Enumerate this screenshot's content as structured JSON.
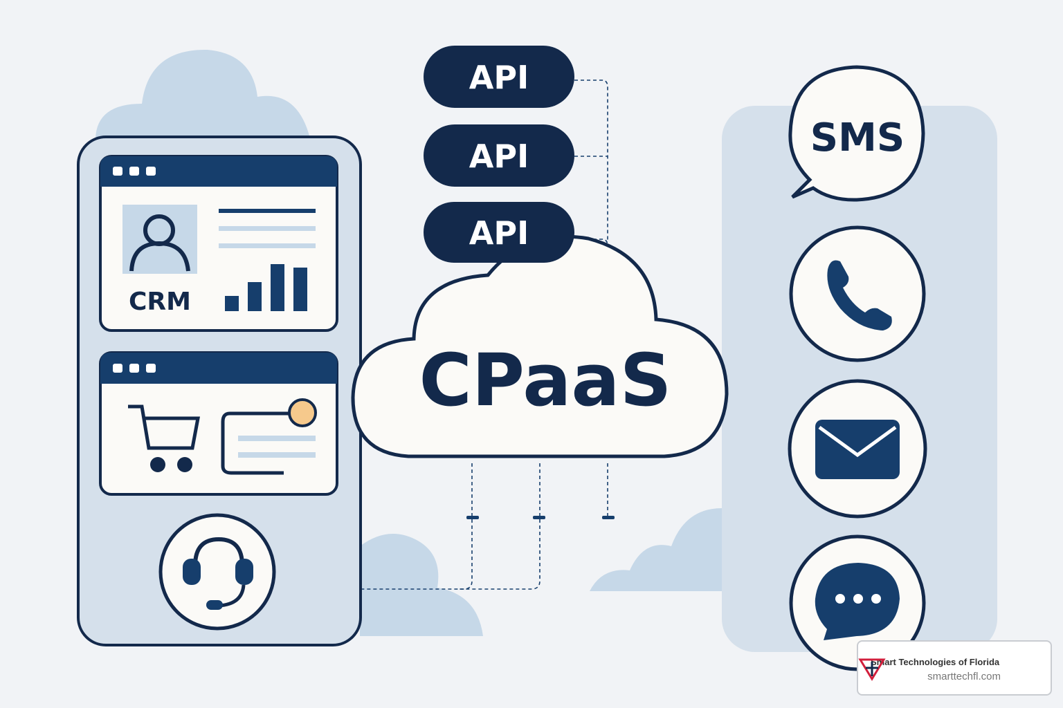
{
  "center": {
    "label": "CPaaS"
  },
  "apis": [
    {
      "label": "API"
    },
    {
      "label": "API"
    },
    {
      "label": "API"
    }
  ],
  "left_device": {
    "crm_window": {
      "label": "CRM"
    },
    "commerce_window": {},
    "support_icon": "headset-icon"
  },
  "channels": [
    {
      "label": "SMS",
      "icon": "speech-bubble-icon"
    },
    {
      "icon": "phone-icon"
    },
    {
      "icon": "envelope-icon"
    },
    {
      "icon": "chat-icon"
    }
  ],
  "watermark": {
    "name": "Smart Technologies of Florida",
    "url": "smarttechfl.com"
  },
  "colors": {
    "navy": "#163e6c",
    "dark": "#13294b",
    "cloud": "#c6d8e8",
    "panel": "#d5e0eb",
    "accent": "#f6c98c"
  }
}
